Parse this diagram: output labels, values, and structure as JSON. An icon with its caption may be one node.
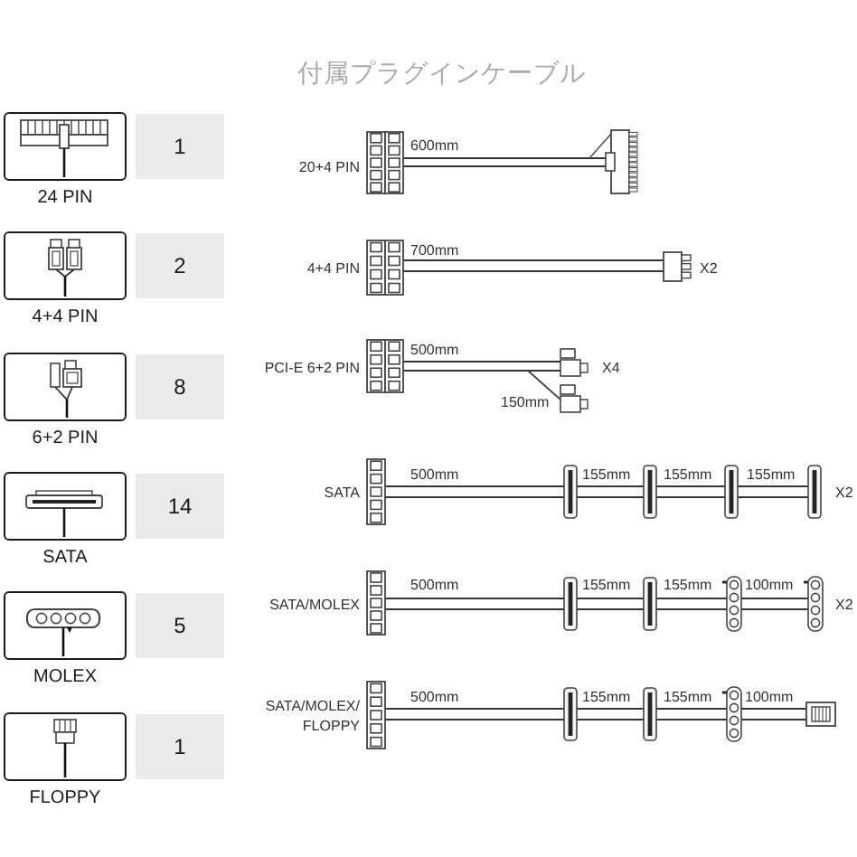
{
  "diagram": {
    "title": "付属プラグインケーブル",
    "nodes": [
      {
        "text": [
          "24 PIN"
        ]
      },
      {
        "text": [
          "1"
        ]
      },
      {
        "text": [
          "4+4 PIN"
        ]
      },
      {
        "text": [
          "2"
        ]
      },
      {
        "text": [
          "6+2 PIN"
        ]
      },
      {
        "text": [
          "8"
        ]
      },
      {
        "text": [
          "SATA"
        ]
      },
      {
        "text": [
          "14"
        ]
      },
      {
        "text": [
          "MOLEX"
        ]
      },
      {
        "text": [
          "5"
        ]
      },
      {
        "text": [
          "FLOPPY"
        ]
      },
      {
        "text": [
          "1"
        ]
      }
    ],
    "labels": [
      "20+4 PIN",
      "600mm",
      "4+4 PIN",
      "700mm",
      "X2",
      "PCI-E 6+2 PIN",
      "500mm",
      "X4",
      "150mm",
      "SATA",
      "500mm",
      "155mm",
      "155mm",
      "155mm",
      "X2",
      "SATA/MOLEX",
      "500mm",
      "155mm",
      "155mm",
      "100mm",
      "X2",
      "SATA/MOLEX/ FLOPPY",
      "500mm",
      "155mm",
      "155mm",
      "100mm"
    ]
  }
}
